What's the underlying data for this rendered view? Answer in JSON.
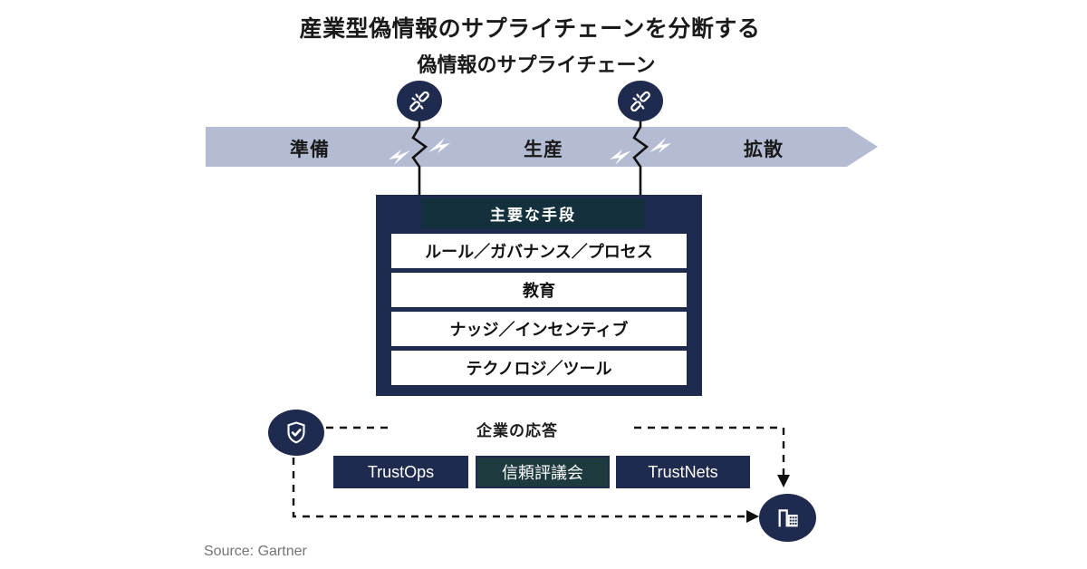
{
  "title": "産業型偽情報のサプライチェーンを分断する",
  "subtitle": "偽情報のサプライチェーン",
  "chain": {
    "stages": [
      {
        "label": "準備"
      },
      {
        "label": "生産"
      },
      {
        "label": "拡散"
      }
    ],
    "break_icon": "broken-link-icon"
  },
  "methods": {
    "header": "主要な手段",
    "items": [
      "ルール／ガバナンス／プロセス",
      "教育",
      "ナッジ／インセンティブ",
      "テクノロジ／ツール"
    ]
  },
  "response": {
    "label": "企業の応答",
    "boxes": [
      {
        "label": "TrustOps",
        "style": "navy"
      },
      {
        "label": "信頼評議会",
        "style": "teal"
      },
      {
        "label": "TrustNets",
        "style": "navy"
      }
    ],
    "left_icon": "shield-check-icon",
    "right_icon": "building-icon"
  },
  "source": "Source: Gartner",
  "colors": {
    "navy": "#1f2b4e",
    "teal-header": "#14303c",
    "teal-box": "#1d3a3f",
    "band": "#b3bcd3",
    "text": "#1a1a1a",
    "line": "#111111",
    "source-grey": "#757575"
  }
}
